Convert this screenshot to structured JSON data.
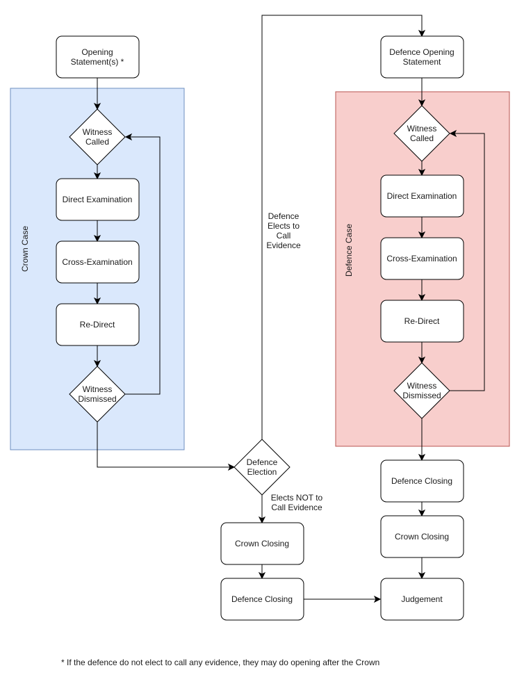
{
  "lanes": {
    "crown": {
      "label": "Crown Case",
      "fill": "#dae8fc",
      "stroke": "#6c8ebf"
    },
    "defence": {
      "label": "Defence Case",
      "fill": "#f8cecc",
      "stroke": "#b85450"
    }
  },
  "nodes": {
    "opening": [
      "Opening",
      "Statement(s) *"
    ],
    "crown_witness_called": [
      "Witness",
      "Called"
    ],
    "crown_direct": [
      "Direct Examination"
    ],
    "crown_cross": [
      "Cross-Examination"
    ],
    "crown_redirect": [
      "Re-Direct"
    ],
    "crown_witness_dismissed": [
      "Witness",
      "Dismissed"
    ],
    "defence_election": [
      "Defence",
      "Election"
    ],
    "crown_closing_left": [
      "Crown Closing"
    ],
    "defence_closing_left": [
      "Defence Closing"
    ],
    "defence_opening": [
      "Defence Opening",
      "Statement"
    ],
    "defence_witness_called": [
      "Witness",
      "Called"
    ],
    "defence_direct": [
      "Direct Examination"
    ],
    "defence_cross": [
      "Cross-Examination"
    ],
    "defence_redirect": [
      "Re-Direct"
    ],
    "defence_witness_dismissed": [
      "Witness",
      "Dismissed"
    ],
    "defence_closing_right": [
      "Defence Closing"
    ],
    "crown_closing_right": [
      "Crown Closing"
    ],
    "judgement": [
      "Judgement"
    ]
  },
  "edge_labels": {
    "elects_evidence": [
      "Defence",
      "Elects to",
      "Call",
      "Evidence"
    ],
    "elects_not": [
      "Elects NOT to",
      "Call Evidence"
    ]
  },
  "footnote": "* If the defence do not elect to call any evidence, they may do opening after the Crown"
}
